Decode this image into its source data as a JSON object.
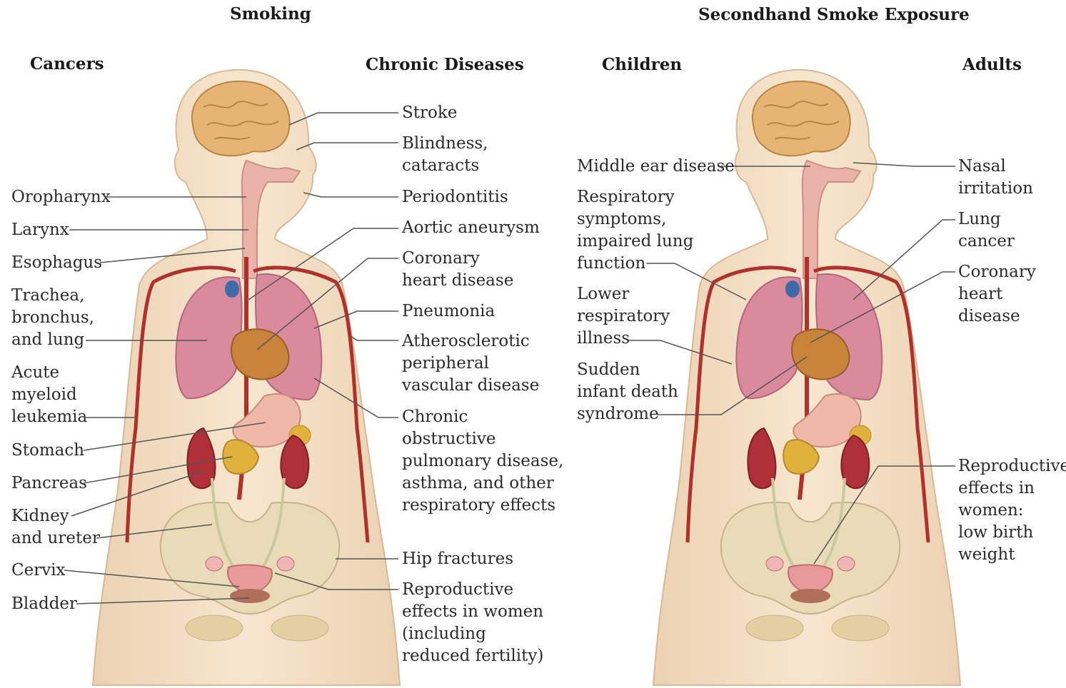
{
  "headers": {
    "smoking": "Smoking",
    "secondhand": "Secondhand Smoke Exposure",
    "cancers": "Cancers",
    "chronic": "Chronic Diseases",
    "children": "Children",
    "adults": "Adults"
  },
  "cancers": [
    "Oropharynx",
    "Larynx",
    "Esophagus",
    "Trachea,\nbronchus,\nand lung",
    "Acute\nmyeloid\nleukemia",
    "Stomach",
    "Pancreas",
    "Kidney\nand ureter",
    "Cervix",
    "Bladder"
  ],
  "chronic_diseases": [
    "Stroke",
    "Blindness,\ncataracts",
    "Periodontitis",
    "Aortic aneurysm",
    "Coronary\nheart disease",
    "Pneumonia",
    "Atherosclerotic\nperipheral\nvascular disease",
    "Chronic\nobstructive\npulmonary disease,\nasthma, and other\nrespiratory effects",
    "Hip fractures",
    "Reproductive\neffects in women\n(including\nreduced fertility)"
  ],
  "children": [
    "Middle ear disease",
    "Respiratory\nsymptoms,\nimpaired lung\nfunction",
    "Lower\nrespiratory\nillness",
    "Sudden\ninfant death\nsyndrome"
  ],
  "adults": [
    "Nasal\nirritation",
    "Lung\ncancer",
    "Coronary\nheart\ndisease",
    "Reproductive\neffects in\nwomen:\nlow birth\nweight"
  ],
  "colors": {
    "skin": "#f3dcc0",
    "lung": "#d98a9c",
    "heart": "#c9843c",
    "vessel": "#b0302c",
    "brain": "#e2b06e",
    "kidney": "#b0303a",
    "bone": "#e8d5ae"
  }
}
